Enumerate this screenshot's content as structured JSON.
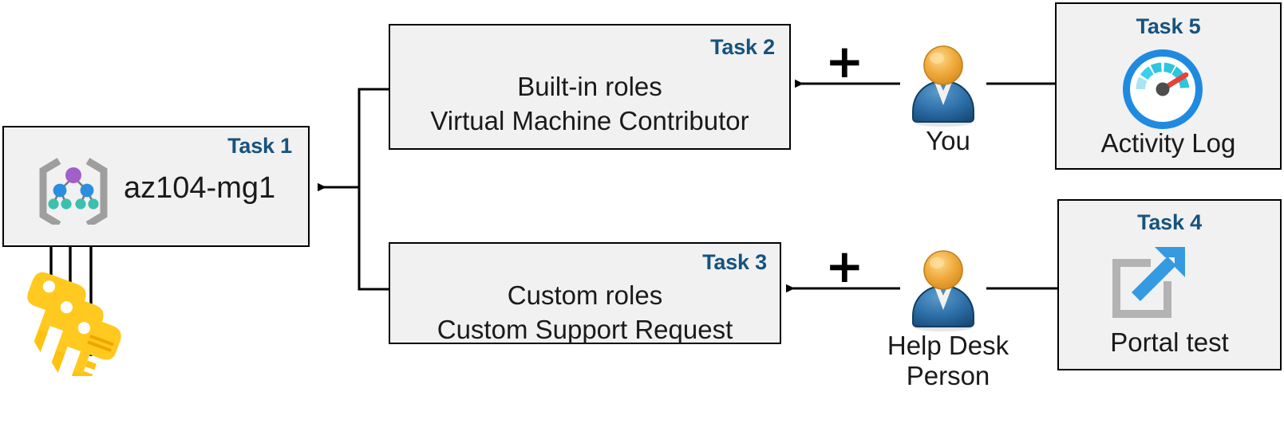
{
  "diagram": {
    "title": "Azure RBAC task diagram",
    "accent_task_color": "#16537e",
    "box_fill": "#f1f1f1",
    "box_border": "#000000"
  },
  "task1": {
    "label": "Task 1",
    "name": "az104-mg1",
    "icon": "management-group-icon"
  },
  "task2": {
    "label": "Task 2",
    "line1": "Built-in roles",
    "line2": "Virtual Machine Contributor"
  },
  "task3": {
    "label": "Task 3",
    "line1": "Custom roles",
    "line2": "Custom Support Request"
  },
  "task4": {
    "label": "Task 4",
    "caption": "Portal test",
    "icon": "external-link-icon"
  },
  "task5": {
    "label": "Task 5",
    "caption": "Activity Log",
    "icon": "gauge-icon"
  },
  "actors": [
    {
      "id": "you",
      "caption": "You",
      "icon": "user-icon",
      "plus": "+"
    },
    {
      "id": "help-desk",
      "caption": "Help Desk\nPerson",
      "icon": "user-icon",
      "plus": "+"
    }
  ],
  "keys": {
    "icon": "keys-icon",
    "count": 3
  },
  "colors": {
    "task_label": "#16537e",
    "key_yellow": "#ffc20e",
    "key_yellow_light": "#ffd24d",
    "person_head": "#e8a33d",
    "person_body": "#2b6ca3",
    "gauge_ring": "#1f8ae0",
    "gauge_needle": "#e8413a",
    "gauge_seg": "#2ec5dd",
    "extlink_arrow": "#359ae0",
    "extlink_frame": "#b3b3b3",
    "mg_bracket": "#9e9e9e",
    "mg_root": "#a15fc9",
    "mg_mid": "#2a8fe0",
    "mg_leaf": "#3bc0b0"
  }
}
